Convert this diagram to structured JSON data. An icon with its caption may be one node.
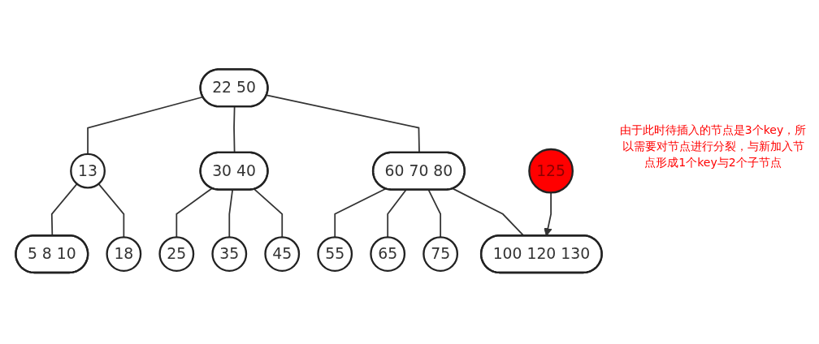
{
  "diagram": {
    "nodes": [
      {
        "text": [
          "22 50"
        ]
      },
      {
        "text": [
          "13"
        ]
      },
      {
        "text": [
          "30 40"
        ]
      },
      {
        "text": [
          "60 70 80"
        ]
      },
      {
        "text": [
          "125"
        ]
      },
      {
        "text": [
          "5 8 10"
        ]
      },
      {
        "text": [
          "18"
        ]
      },
      {
        "text": [
          "25"
        ]
      },
      {
        "text": [
          "35"
        ]
      },
      {
        "text": [
          "45"
        ]
      },
      {
        "text": [
          "55"
        ]
      },
      {
        "text": [
          "65"
        ]
      },
      {
        "text": [
          "75"
        ]
      },
      {
        "text": [
          "100 120 130"
        ]
      }
    ],
    "edges": [
      {
        "from": 0,
        "to": 1,
        "arrow": "none"
      },
      {
        "from": 0,
        "to": 2,
        "arrow": "none"
      },
      {
        "from": 0,
        "to": 3,
        "arrow": "none"
      },
      {
        "from": 1,
        "to": 5,
        "arrow": "none"
      },
      {
        "from": 1,
        "to": 6,
        "arrow": "none"
      },
      {
        "from": 2,
        "to": 7,
        "arrow": "none"
      },
      {
        "from": 2,
        "to": 8,
        "arrow": "none"
      },
      {
        "from": 2,
        "to": 9,
        "arrow": "none"
      },
      {
        "from": 3,
        "to": 10,
        "arrow": "none"
      },
      {
        "from": 3,
        "to": 11,
        "arrow": "none"
      },
      {
        "from": 3,
        "to": 12,
        "arrow": "none"
      },
      {
        "from": 3,
        "to": 13,
        "arrow": "none"
      },
      {
        "from": 4,
        "to": 13,
        "arrow": "to"
      }
    ],
    "labels": [
      "由于此时待插入的节点是3个key，所以需要对节点进行分裂，与新加入节点形成1个key与2个子节点"
    ]
  }
}
